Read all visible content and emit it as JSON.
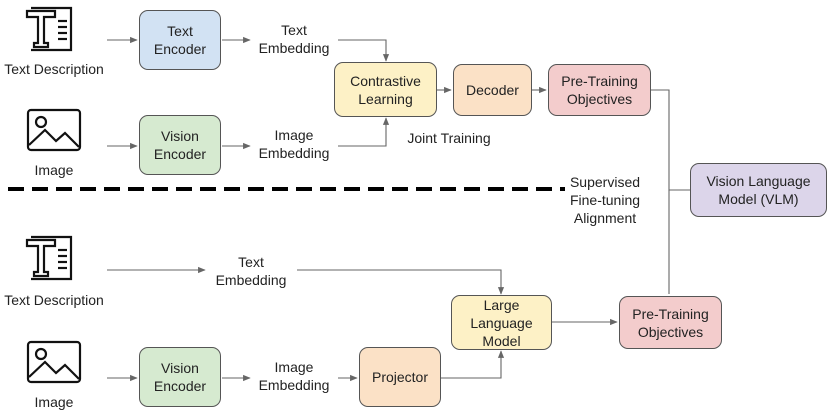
{
  "top": {
    "text_description_label": "Text Description",
    "image_label": "Image",
    "text_encoder": "Text\nEncoder",
    "vision_encoder": "Vision\nEncoder",
    "text_embedding": "Text\nEmbedding",
    "image_embedding": "Image\nEmbedding",
    "contrastive_learning": "Contrastive\nLearning",
    "decoder": "Decoder",
    "pretraining_objectives": "Pre-Training\nObjectives",
    "joint_training": "Joint Training"
  },
  "divider_label": "Supervised\nFine-tuning\nAlignment",
  "vlm": "Vision Language\nModel (VLM)",
  "bottom": {
    "text_description_label": "Text Description",
    "image_label": "Image",
    "text_embedding": "Text\nEmbedding",
    "vision_encoder": "Vision\nEncoder",
    "image_embedding": "Image\nEmbedding",
    "projector": "Projector",
    "large_language_model": "Large\nLanguage\nModel",
    "pretraining_objectives": "Pre-Training\nObjectives"
  },
  "icons": {
    "text_document": "text-document-icon",
    "image_picture": "image-picture-icon"
  }
}
